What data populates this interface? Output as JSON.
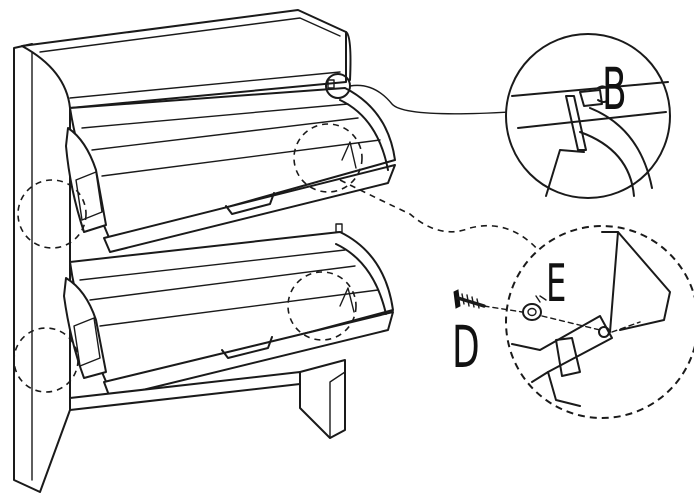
{
  "labels": {
    "B": "B",
    "D": "D",
    "E": "E"
  },
  "colors": {
    "line": "#1a1a1a",
    "background": "#ffffff"
  }
}
